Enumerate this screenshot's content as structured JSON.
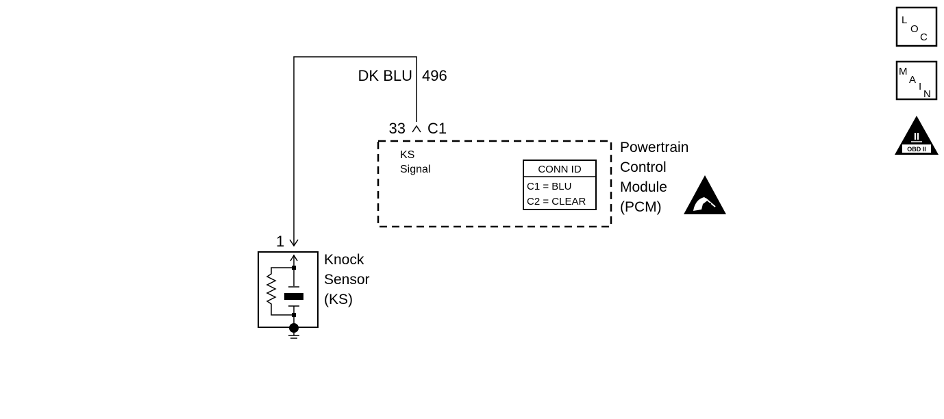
{
  "wire": {
    "color_label": "DK BLU",
    "circuit_number": "496"
  },
  "connector": {
    "pin": "33",
    "id": "C1"
  },
  "pcm": {
    "signal_line1": "KS",
    "signal_line2": "Signal",
    "name_line1": "Powertrain",
    "name_line2": "Control",
    "name_line3": "Module",
    "name_line4": "(PCM)",
    "conn_id": {
      "header": "CONN ID",
      "row1": "C1 = BLU",
      "row2": "C2 = CLEAR"
    }
  },
  "sensor": {
    "pin": "1",
    "name_line1": "Knock",
    "name_line2": "Sensor",
    "name_line3": "(KS)"
  },
  "nav": {
    "loc": {
      "l1": "L",
      "l2": "O",
      "l3": "C"
    },
    "main": {
      "l1": "M",
      "l2": "A",
      "l3": "I",
      "l4": "N"
    },
    "obd": {
      "numeral": "II",
      "caption": "OBD II"
    }
  },
  "icons": {
    "esd": "esd-warning-icon",
    "ground": "ground-icon",
    "obd": "obd-ii-icon"
  }
}
